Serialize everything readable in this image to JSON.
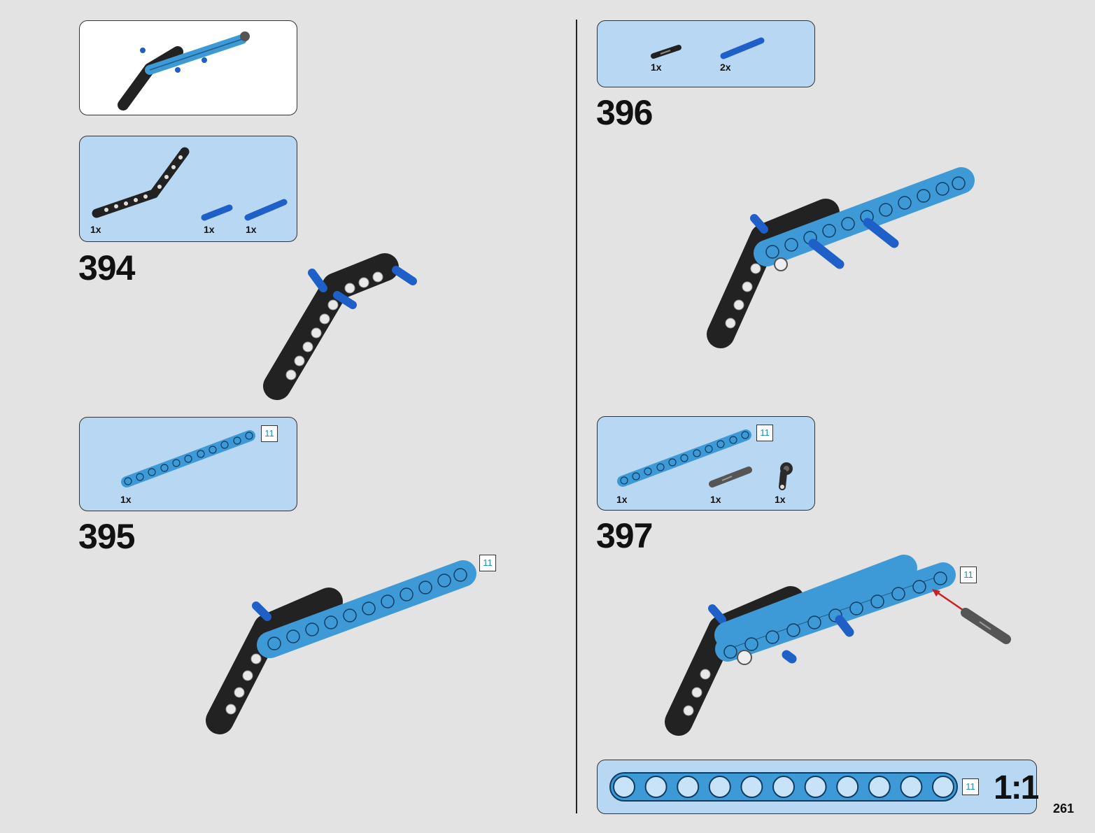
{
  "page_number": "261",
  "colors": {
    "panel_blue": "#b8d7f2",
    "beam_blue": "#3e9ad6",
    "pin_blue": "#1f5fc8",
    "badge_text": "#1a8fb5"
  },
  "submodel": {
    "icons": [
      "bent-arm-assembly-icon"
    ]
  },
  "steps": [
    {
      "number": "394",
      "parts": [
        {
          "qty": "1x",
          "icon": "bent-liftarm-black-icon"
        },
        {
          "qty": "1x",
          "icon": "blue-pin-short-icon"
        },
        {
          "qty": "1x",
          "icon": "blue-pin-long-icon"
        }
      ]
    },
    {
      "number": "395",
      "parts": [
        {
          "qty": "1x",
          "icon": "liftarm-11-blue-icon"
        }
      ],
      "part_badge": "11",
      "model_badge": "11"
    },
    {
      "number": "396",
      "parts": [
        {
          "qty": "1x",
          "icon": "black-axle-pin-icon"
        },
        {
          "qty": "2x",
          "icon": "blue-pin-long-icon"
        }
      ]
    },
    {
      "number": "397",
      "parts": [
        {
          "qty": "1x",
          "icon": "liftarm-11-blue-icon"
        },
        {
          "qty": "1x",
          "icon": "gray-axle-pin-icon"
        },
        {
          "qty": "1x",
          "icon": "black-connector-icon"
        }
      ],
      "part_badge": "11",
      "model_badge": "11"
    }
  ],
  "scale_box": {
    "badge": "11",
    "label": "1:1",
    "holes": 11
  }
}
